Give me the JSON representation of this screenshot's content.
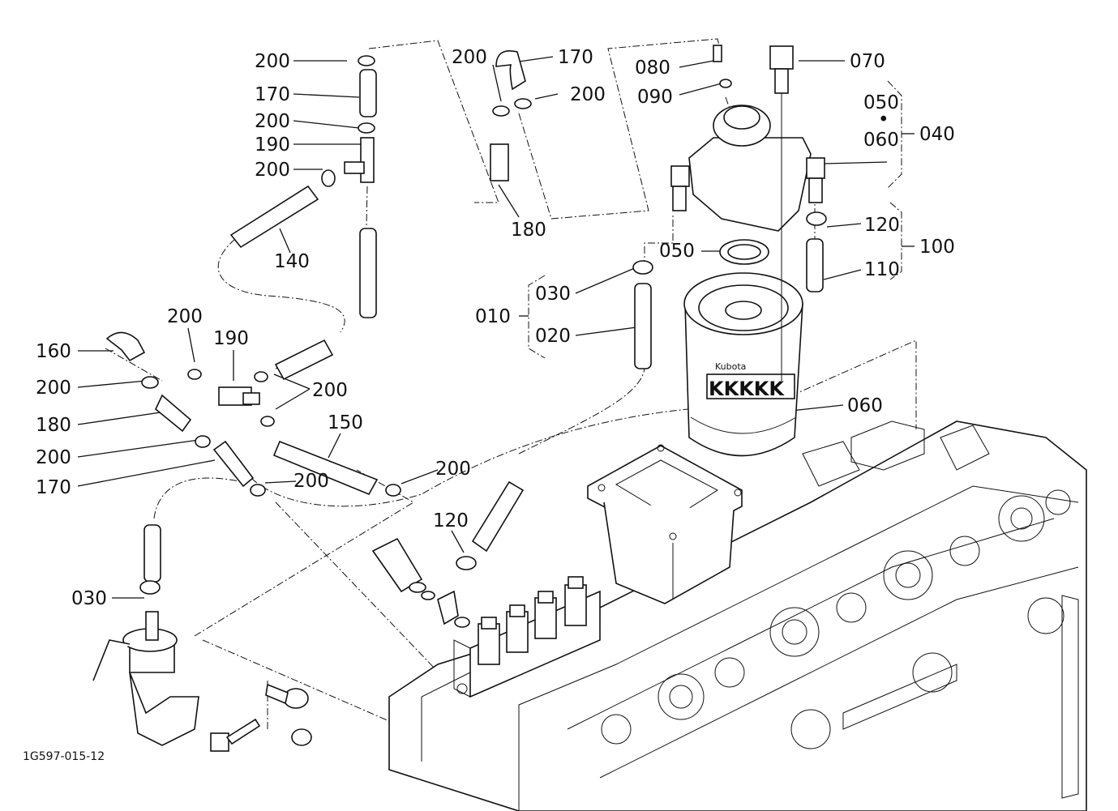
{
  "diagram": {
    "reference_code": "1G597-015-12",
    "filter_logo": "Kubota",
    "filter_band": "KKKKK",
    "labels": [
      {
        "id": "l01",
        "text": "200"
      },
      {
        "id": "l02",
        "text": "170"
      },
      {
        "id": "l03",
        "text": "200"
      },
      {
        "id": "l04",
        "text": "190"
      },
      {
        "id": "l05",
        "text": "200"
      },
      {
        "id": "l06",
        "text": "140"
      },
      {
        "id": "l07",
        "text": "200"
      },
      {
        "id": "l08",
        "text": "170"
      },
      {
        "id": "l09",
        "text": "200"
      },
      {
        "id": "l10",
        "text": "180"
      },
      {
        "id": "l11",
        "text": "080"
      },
      {
        "id": "l12",
        "text": "090"
      },
      {
        "id": "l13",
        "text": "070"
      },
      {
        "id": "l14",
        "text": "050"
      },
      {
        "id": "l15",
        "text": "•"
      },
      {
        "id": "l16",
        "text": "060"
      },
      {
        "id": "l17",
        "text": "040"
      },
      {
        "id": "l18",
        "text": "120"
      },
      {
        "id": "l19",
        "text": "100"
      },
      {
        "id": "l20",
        "text": "110"
      },
      {
        "id": "l21",
        "text": "050"
      },
      {
        "id": "l22",
        "text": "030"
      },
      {
        "id": "l23",
        "text": "010"
      },
      {
        "id": "l24",
        "text": "020"
      },
      {
        "id": "l25",
        "text": "200"
      },
      {
        "id": "l26",
        "text": "190"
      },
      {
        "id": "l27",
        "text": "160"
      },
      {
        "id": "l28",
        "text": "200"
      },
      {
        "id": "l29",
        "text": "200"
      },
      {
        "id": "l30",
        "text": "180"
      },
      {
        "id": "l31",
        "text": "150"
      },
      {
        "id": "l32",
        "text": "060"
      },
      {
        "id": "l33",
        "text": "200"
      },
      {
        "id": "l34",
        "text": "200"
      },
      {
        "id": "l35",
        "text": "170"
      },
      {
        "id": "l36",
        "text": "200"
      },
      {
        "id": "l37",
        "text": "120"
      },
      {
        "id": "l38",
        "text": "030"
      }
    ]
  }
}
